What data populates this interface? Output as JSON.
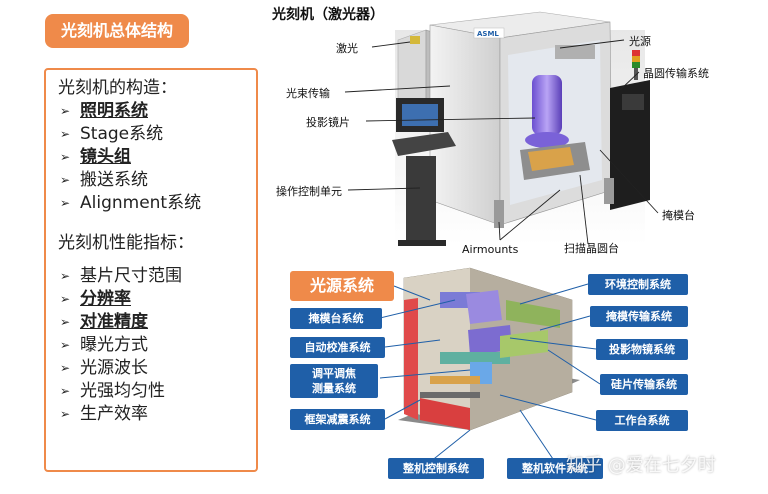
{
  "left_panel": {
    "title": "光刻机总体结构",
    "structure_heading": "光刻机的构造：",
    "structure_items": [
      {
        "text": "照明系统",
        "emphasis": true
      },
      {
        "text": "Stage系统",
        "emphasis": false
      },
      {
        "text": "镜头组",
        "emphasis": true
      },
      {
        "text": "搬送系统",
        "emphasis": false
      },
      {
        "text": "Alignment系统",
        "emphasis": false
      }
    ],
    "metrics_heading": "光刻机性能指标：",
    "metric_items": [
      {
        "text": "基片尺寸范围",
        "emphasis": false
      },
      {
        "text": "分辨率",
        "emphasis": true
      },
      {
        "text": "对准精度",
        "emphasis": true
      },
      {
        "text": "曝光方式",
        "emphasis": false
      },
      {
        "text": "光源波长",
        "emphasis": false
      },
      {
        "text": "光强均匀性",
        "emphasis": false
      },
      {
        "text": "生产效率",
        "emphasis": false
      }
    ],
    "bullet_glyph": "➢"
  },
  "machine_diagram": {
    "title": "光刻机（激光器）",
    "brand_logo": "ASML",
    "callouts": {
      "laser": "激光",
      "beam_transfer": "光束传输",
      "projection_lens": "投影镜片",
      "operator_console": "操作控制单元",
      "light_source": "光源",
      "wafer_transfer": "晶圆传输系统",
      "reticle_stage": "掩模台",
      "airmounts": "Airmounts",
      "scanning_wafer_stage": "扫描晶圆台"
    }
  },
  "subsystem_diagram": {
    "light_source_system": "光源系统",
    "left_tags": {
      "reticle_stage_system": "掩模台系统",
      "auto_calibration": "自动校准系统",
      "leveling_line1": "调平调焦",
      "leveling_line2": "测量系统",
      "frame_damping": "框架减震系统"
    },
    "right_tags": {
      "environment_control": "环境控制系统",
      "reticle_transfer": "掩模传输系统",
      "projection_objective": "投影物镜系统",
      "wafer_transfer": "硅片传输系统",
      "worktable": "工作台系统"
    },
    "bottom_tags": {
      "machine_control": "整机控制系统",
      "machine_software": "整机软件系统"
    }
  },
  "watermark": "知乎 @爱在七夕时",
  "colors": {
    "accent_orange": "#ef8a4a",
    "tag_blue": "#1f5fa8"
  }
}
